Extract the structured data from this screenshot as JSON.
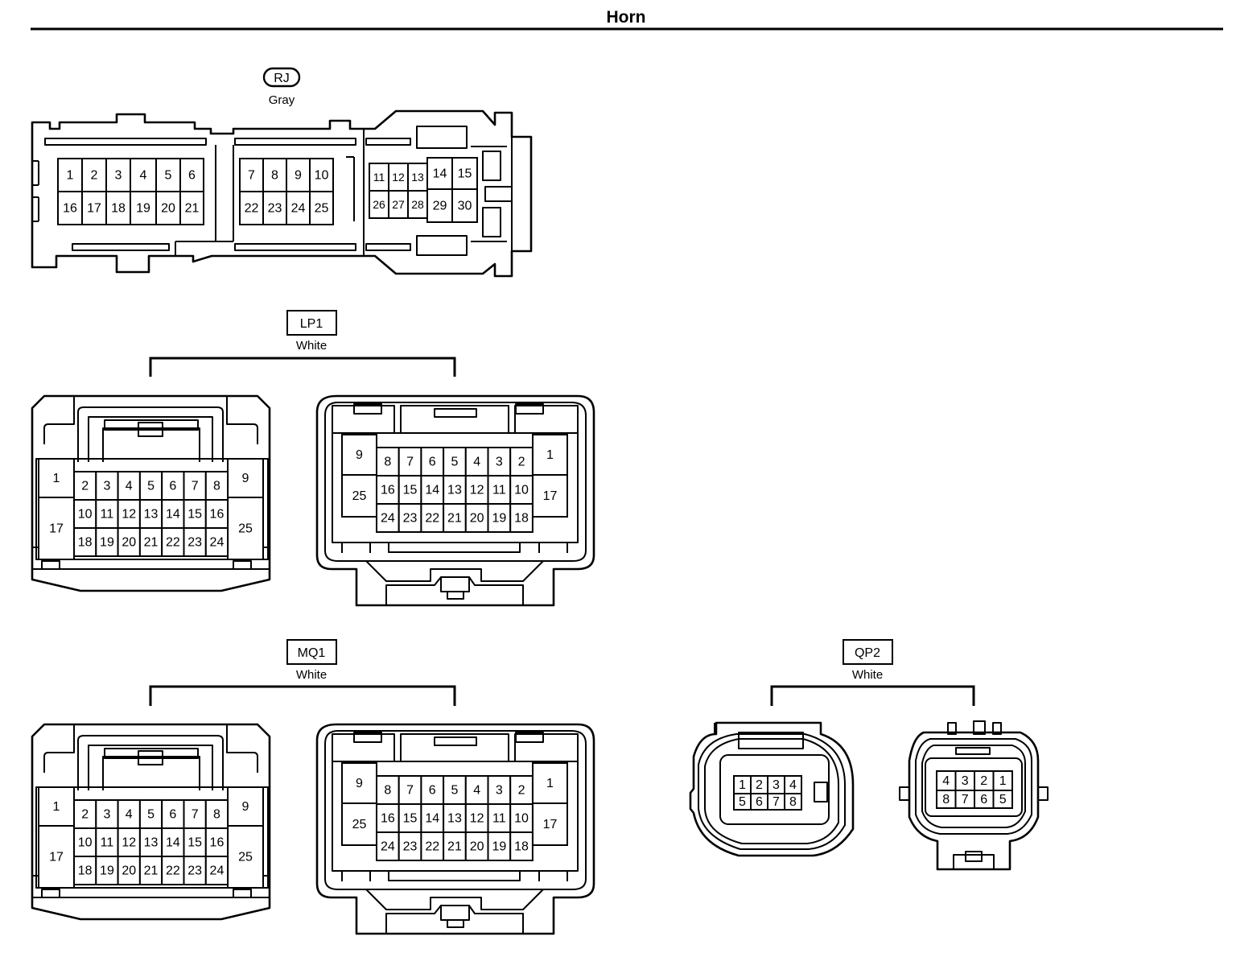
{
  "page": {
    "title": "Horn"
  },
  "connectors": {
    "rj": {
      "code": "RJ",
      "color": "Gray"
    },
    "lp1": {
      "code": "LP1",
      "color": "White"
    },
    "mq1": {
      "code": "MQ1",
      "color": "White"
    },
    "qp2": {
      "code": "QP2",
      "color": "White"
    }
  },
  "pins": {
    "rj": {
      "top": [
        "1",
        "2",
        "3",
        "4",
        "5",
        "6",
        "7",
        "8",
        "9",
        "10",
        "11",
        "12",
        "13",
        "14",
        "15"
      ],
      "bottom": [
        "16",
        "17",
        "18",
        "19",
        "20",
        "21",
        "22",
        "23",
        "24",
        "25",
        "26",
        "27",
        "28",
        "29",
        "30"
      ]
    },
    "cavity_a": {
      "left": [
        "1",
        "17"
      ],
      "right": [
        "9",
        "25"
      ],
      "row1": [
        "2",
        "3",
        "4",
        "5",
        "6",
        "7",
        "8"
      ],
      "row2": [
        "10",
        "11",
        "12",
        "13",
        "14",
        "15",
        "16"
      ],
      "row3": [
        "18",
        "19",
        "20",
        "21",
        "22",
        "23",
        "24"
      ]
    },
    "cavity_b": {
      "left": [
        "9",
        "25"
      ],
      "right": [
        "1",
        "17"
      ],
      "row1": [
        "8",
        "7",
        "6",
        "5",
        "4",
        "3",
        "2"
      ],
      "row2": [
        "16",
        "15",
        "14",
        "13",
        "12",
        "11",
        "10"
      ],
      "row3": [
        "24",
        "23",
        "22",
        "21",
        "20",
        "19",
        "18"
      ]
    },
    "qp2_a": {
      "top": [
        "1",
        "2",
        "3",
        "4"
      ],
      "bottom": [
        "5",
        "6",
        "7",
        "8"
      ]
    },
    "qp2_b": {
      "top": [
        "4",
        "3",
        "2",
        "1"
      ],
      "bottom": [
        "8",
        "7",
        "6",
        "5"
      ]
    }
  }
}
